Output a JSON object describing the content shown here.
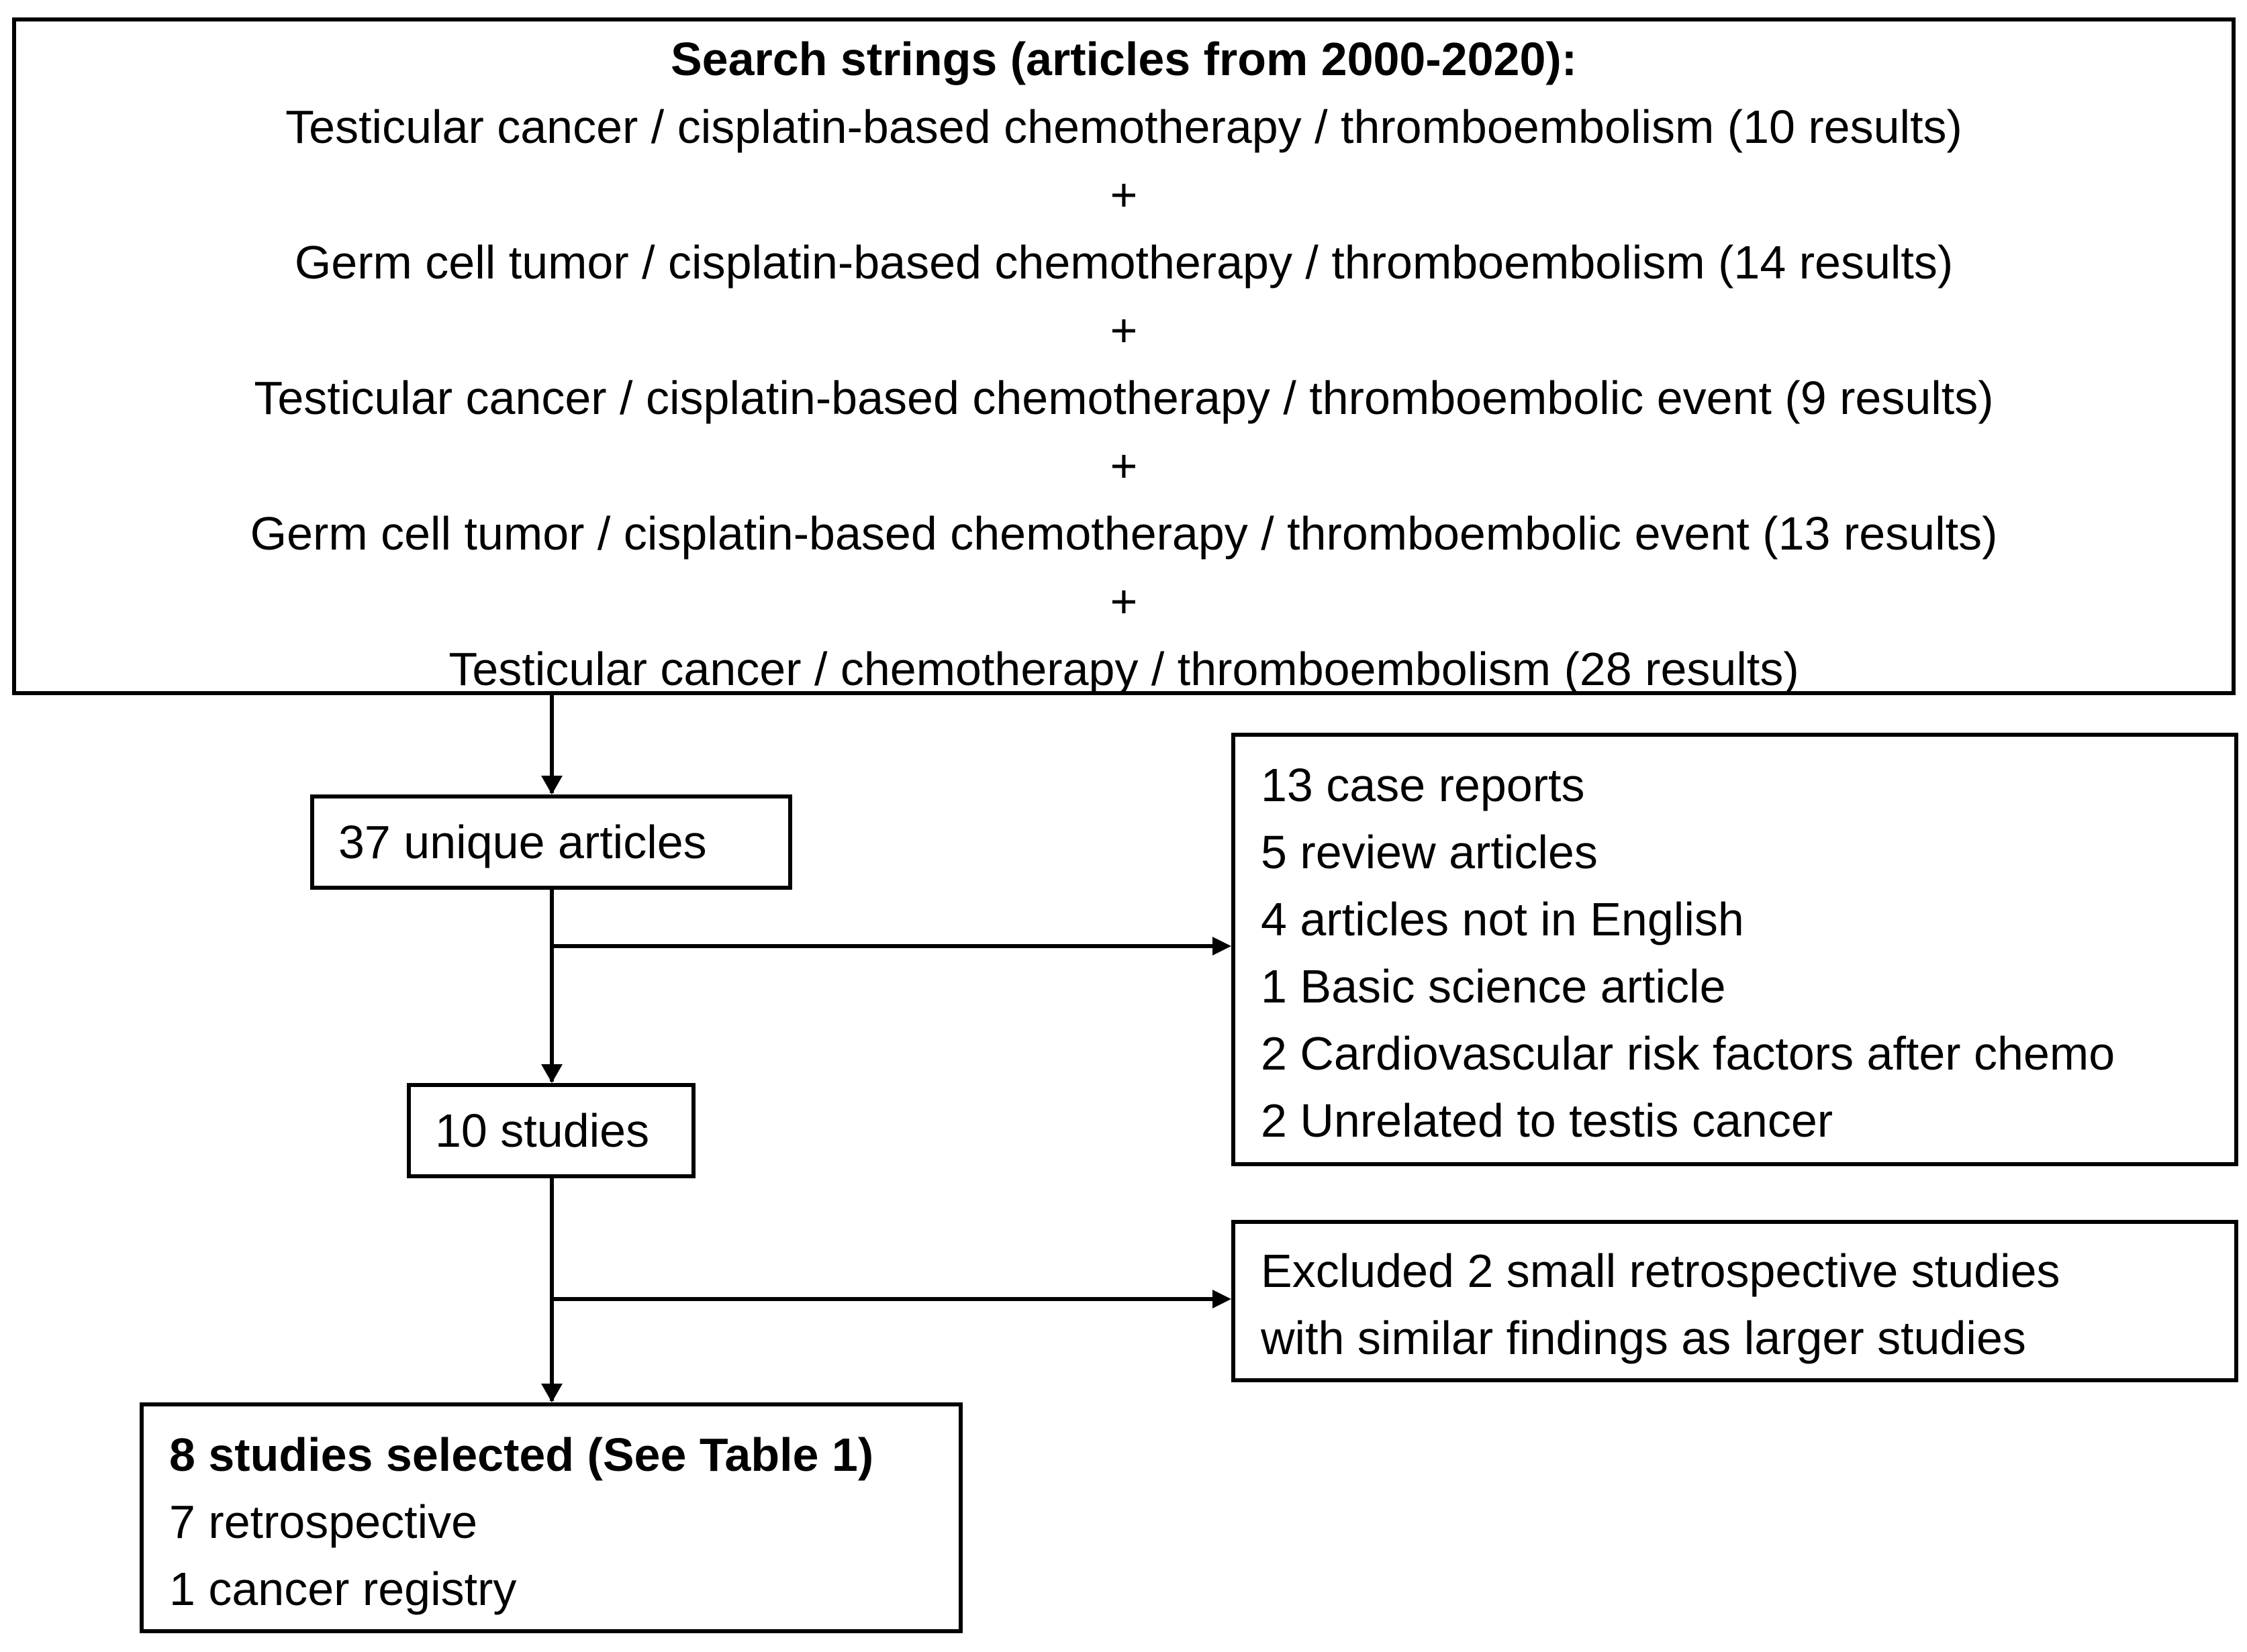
{
  "search": {
    "title": "Search strings (articles from 2000-2020):",
    "lines": [
      "Testicular cancer / cisplatin-based chemotherapy / thromboembolism (10 results)",
      "+",
      "Germ cell tumor / cisplatin-based chemotherapy / thromboembolism (14 results)",
      "+",
      "Testicular cancer / cisplatin-based chemotherapy / thromboembolic event (9 results)",
      "+",
      "Germ cell tumor / cisplatin-based chemotherapy / thromboembolic event (13 results)",
      "+",
      "Testicular cancer / chemotherapy / thromboembolism (28 results)"
    ]
  },
  "unique": {
    "label": "37 unique articles"
  },
  "excluded_first": {
    "lines": [
      "13 case reports",
      "5 review articles",
      "4 articles not in English",
      "1 Basic science article",
      "2 Cardiovascular risk factors after chemo",
      "2 Unrelated to testis cancer"
    ]
  },
  "studies": {
    "label": "10 studies"
  },
  "excluded_second": {
    "lines": [
      "Excluded 2 small retrospective studies",
      "with similar findings as larger studies"
    ]
  },
  "selected": {
    "title": "8 studies selected (See Table 1)",
    "lines": [
      "7 retrospective",
      "1 cancer registry"
    ]
  },
  "style": {
    "line_color": "#000000",
    "box_border_color": "#000000",
    "background": "#ffffff"
  }
}
